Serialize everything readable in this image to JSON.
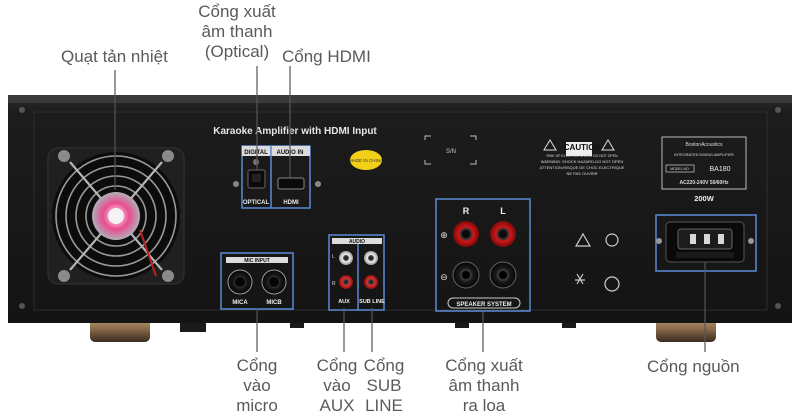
{
  "callouts": {
    "fan": "Quạt tản nhiệt",
    "optical": [
      "Cổng xuất",
      "âm thanh",
      "(Optical)"
    ],
    "hdmi": "Cổng HDMI",
    "micro": [
      "Cổng",
      "vào",
      "micro"
    ],
    "aux": [
      "Cổng",
      "vào",
      "AUX"
    ],
    "subline": [
      "Cổng",
      "SUB",
      "LINE"
    ],
    "speaker": [
      "Cổng xuất",
      "âm thanh",
      "ra loa"
    ],
    "power": "Cổng nguồn"
  },
  "panel": {
    "title": "Karaoke Amplifier with HDMI Input",
    "digital": "DIGITAL",
    "audio_in": "AUDIO IN",
    "optical": "OPTICAL",
    "hdmi": "HDMI",
    "sticker": "MADE IN CHINA",
    "sw": "S/N",
    "caution_title": "CAUTION",
    "caution_line1": "WARNING: SHOCK HAZARD-DO NOT OPEN",
    "caution_line2": "ATTENTION:RISQUE DE CHOC ELECTRIQUE",
    "caution_line3": "NE PAS OUVRIR",
    "caution_sub": "RISK OF ELECTRIC SHOCK DO NOT OPEN",
    "brand": "BostonAcoustics",
    "model_desc": "INTEGRATED MIXING AMPLIFIER",
    "model_label": "MODEL NO.",
    "model": "BA180",
    "rating": "AC220-240V 50/60Hz",
    "watt": "200W",
    "mic_input": "MIC INPUT",
    "mica": "MICA",
    "micb": "MICB",
    "audio": "AUDIO",
    "ch_l": "L",
    "ch_r": "R",
    "aux": "AUX",
    "subline": "SUB LINE",
    "spk_r": "R",
    "spk_l": "L",
    "plus": "⊕",
    "minus": "⊖",
    "speaker_system": "SPEAKER SYSTEM"
  }
}
